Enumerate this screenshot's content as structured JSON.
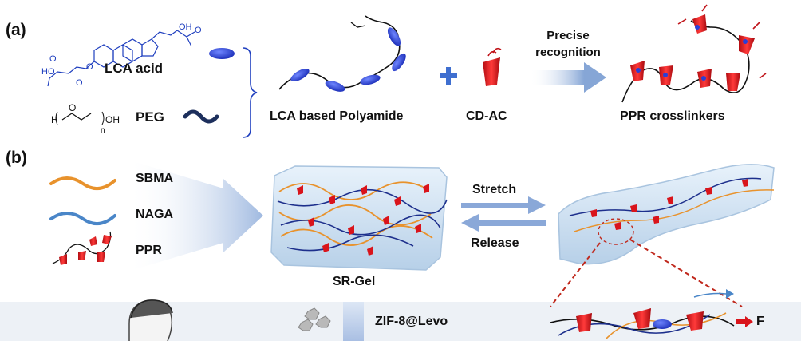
{
  "panel_a": {
    "label": "(a)",
    "lca_acid": "LCA acid",
    "lca_oh": "OH",
    "lca_ho": "HO",
    "lca_o1": "O",
    "lca_o2": "O",
    "lca_o3": "O",
    "lca_o4": "O",
    "peg": "PEG",
    "peg_h": "H",
    "peg_o": "O",
    "peg_oh": "OH",
    "peg_n": "n",
    "polyamide": "LCA based Polyamide",
    "plus": "+",
    "cd_ac": "CD-AC",
    "arrow_line1": "Precise",
    "arrow_line2": "recognition",
    "ppr": "PPR crosslinkers"
  },
  "panel_b": {
    "label": "(b)",
    "sbma": "SBMA",
    "naga": "NAGA",
    "ppr": "PPR",
    "gel": "SR-Gel",
    "stretch": "Stretch",
    "release": "Release",
    "zif": "ZIF-8@Levo",
    "force": "F"
  },
  "colors": {
    "blue_ellipsoid": "#2a3fd6",
    "red_cd": "#d9141b",
    "orange_sbma": "#e8922c",
    "blue_naga": "#4a86c8",
    "arrow_blue": "#8aa8d8",
    "gel": "#cfe0f0",
    "dashed": "#c0281c"
  }
}
